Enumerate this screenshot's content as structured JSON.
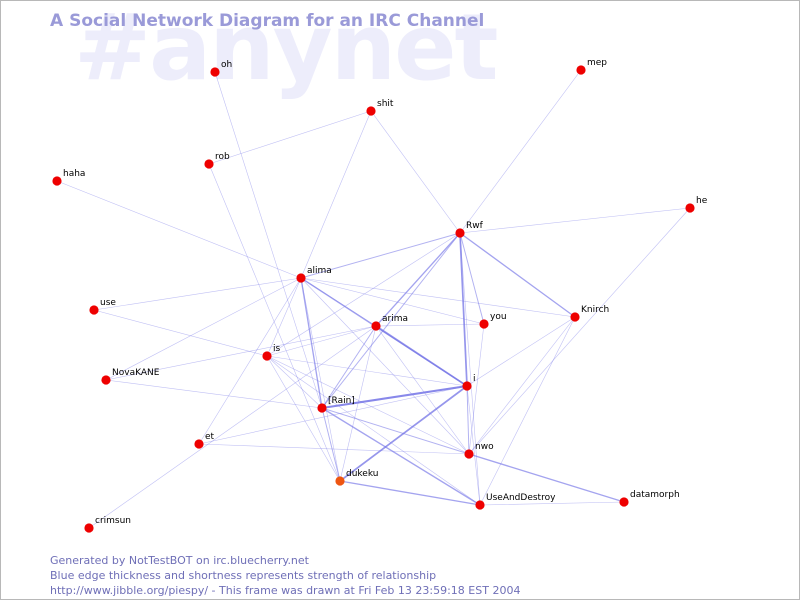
{
  "watermark": "#anynet",
  "title": "A Social Network Diagram for an IRC Channel",
  "footer": {
    "line1": "Generated by NotTestBOT on irc.bluecherry.net",
    "line2": "Blue edge thickness and shortness represents strength of relationship",
    "line3": "http://www.jibble.org/piespy/ - This frame was drawn at Fri Feb 13 23:59:18 EST 2004"
  },
  "colors": {
    "node": "#ee0000",
    "highlight_node": "#ee5511",
    "edge": "#7373e6",
    "title": "#9a9ad8",
    "watermark": "#ededfb"
  },
  "nodes": [
    {
      "id": "oh",
      "label": "oh"
    },
    {
      "id": "mep",
      "label": "mep"
    },
    {
      "id": "shit",
      "label": "shit"
    },
    {
      "id": "rob",
      "label": "rob"
    },
    {
      "id": "haha",
      "label": "haha"
    },
    {
      "id": "he",
      "label": "he"
    },
    {
      "id": "Rwf",
      "label": "Rwf"
    },
    {
      "id": "alima",
      "label": "alima"
    },
    {
      "id": "use",
      "label": "use"
    },
    {
      "id": "you",
      "label": "you"
    },
    {
      "id": "Knirch",
      "label": "Knirch"
    },
    {
      "id": "arima",
      "label": "arima"
    },
    {
      "id": "is",
      "label": "is"
    },
    {
      "id": "NovaKANE",
      "label": "NovaKANE"
    },
    {
      "id": "i",
      "label": "i"
    },
    {
      "id": "Rain",
      "label": "[Rain]"
    },
    {
      "id": "et",
      "label": "et"
    },
    {
      "id": "nwo",
      "label": "nwo"
    },
    {
      "id": "dukeku",
      "label": "dukeku",
      "highlight": true
    },
    {
      "id": "UseAndDestroy",
      "label": "UseAndDestroy"
    },
    {
      "id": "datamorph",
      "label": "datamorph"
    },
    {
      "id": "crimsun",
      "label": "crimsun"
    }
  ],
  "edges": [
    {
      "a": "oh",
      "b": "Rain",
      "w": 1
    },
    {
      "a": "mep",
      "b": "Rwf",
      "w": 1
    },
    {
      "a": "shit",
      "b": "rob",
      "w": 1
    },
    {
      "a": "shit",
      "b": "alima",
      "w": 1
    },
    {
      "a": "shit",
      "b": "Rwf",
      "w": 1
    },
    {
      "a": "rob",
      "b": "dukeku",
      "w": 1
    },
    {
      "a": "haha",
      "b": "alima",
      "w": 1
    },
    {
      "a": "he",
      "b": "Rwf",
      "w": 1
    },
    {
      "a": "he",
      "b": "nwo",
      "w": 1
    },
    {
      "a": "Rwf",
      "b": "alima",
      "w": 1.5
    },
    {
      "a": "Rwf",
      "b": "arima",
      "w": 2
    },
    {
      "a": "Rwf",
      "b": "i",
      "w": 2.5
    },
    {
      "a": "Rwf",
      "b": "you",
      "w": 1.5
    },
    {
      "a": "Rwf",
      "b": "Knirch",
      "w": 2
    },
    {
      "a": "Rwf",
      "b": "Rain",
      "w": 1.5
    },
    {
      "a": "Rwf",
      "b": "is",
      "w": 1
    },
    {
      "a": "Rwf",
      "b": "UseAndDestroy",
      "w": 1
    },
    {
      "a": "alima",
      "b": "use",
      "w": 1
    },
    {
      "a": "alima",
      "b": "you",
      "w": 1
    },
    {
      "a": "alima",
      "b": "Knirch",
      "w": 1
    },
    {
      "a": "alima",
      "b": "arima",
      "w": 1
    },
    {
      "a": "alima",
      "b": "i",
      "w": 2
    },
    {
      "a": "alima",
      "b": "Rain",
      "w": 2
    },
    {
      "a": "alima",
      "b": "is",
      "w": 1
    },
    {
      "a": "alima",
      "b": "NovaKANE",
      "w": 1
    },
    {
      "a": "alima",
      "b": "dukeku",
      "w": 1
    },
    {
      "a": "alima",
      "b": "et",
      "w": 1
    },
    {
      "a": "alima",
      "b": "nwo",
      "w": 1
    },
    {
      "a": "you",
      "b": "nwo",
      "w": 1
    },
    {
      "a": "you",
      "b": "arima",
      "w": 1
    },
    {
      "a": "Knirch",
      "b": "i",
      "w": 1
    },
    {
      "a": "Knirch",
      "b": "UseAndDestroy",
      "w": 1
    },
    {
      "a": "Knirch",
      "b": "nwo",
      "w": 1
    },
    {
      "a": "arima",
      "b": "i",
      "w": 2.5
    },
    {
      "a": "arima",
      "b": "Rain",
      "w": 1.5
    },
    {
      "a": "arima",
      "b": "is",
      "w": 1
    },
    {
      "a": "arima",
      "b": "dukeku",
      "w": 1
    },
    {
      "a": "arima",
      "b": "nwo",
      "w": 1
    },
    {
      "a": "arima",
      "b": "NovaKANE",
      "w": 1
    },
    {
      "a": "arima",
      "b": "crimsun",
      "w": 1
    },
    {
      "a": "is",
      "b": "Rain",
      "w": 1
    },
    {
      "a": "is",
      "b": "use",
      "w": 1
    },
    {
      "a": "is",
      "b": "dukeku",
      "w": 1
    },
    {
      "a": "is",
      "b": "nwo",
      "w": 1
    },
    {
      "a": "is",
      "b": "UseAndDestroy",
      "w": 1
    },
    {
      "a": "is",
      "b": "i",
      "w": 1
    },
    {
      "a": "NovaKANE",
      "b": "Rain",
      "w": 1
    },
    {
      "a": "i",
      "b": "Rain",
      "w": 3
    },
    {
      "a": "i",
      "b": "dukeku",
      "w": 2.5
    },
    {
      "a": "i",
      "b": "nwo",
      "w": 1.5
    },
    {
      "a": "i",
      "b": "UseAndDestroy",
      "w": 1
    },
    {
      "a": "i",
      "b": "et",
      "w": 1
    },
    {
      "a": "Rain",
      "b": "dukeku",
      "w": 1.5
    },
    {
      "a": "Rain",
      "b": "UseAndDestroy",
      "w": 2
    },
    {
      "a": "Rain",
      "b": "nwo",
      "w": 1.5
    },
    {
      "a": "et",
      "b": "nwo",
      "w": 1
    },
    {
      "a": "nwo",
      "b": "datamorph",
      "w": 2
    },
    {
      "a": "dukeku",
      "b": "UseAndDestroy",
      "w": 2
    },
    {
      "a": "UseAndDestroy",
      "b": "datamorph",
      "w": 1
    }
  ]
}
